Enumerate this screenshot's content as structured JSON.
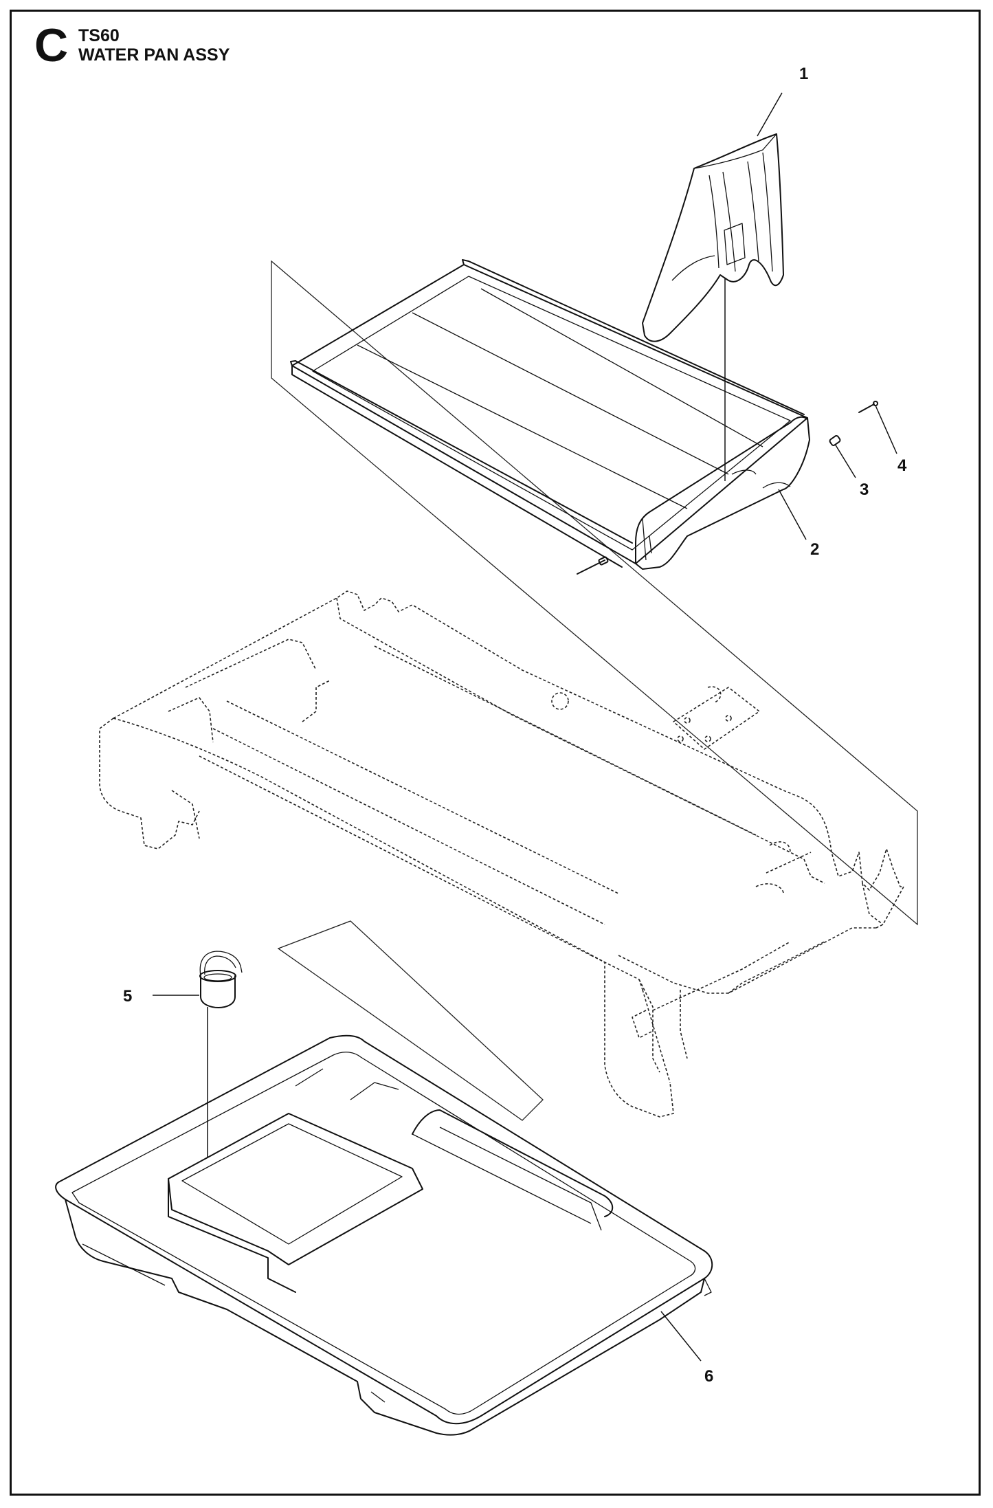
{
  "header": {
    "section_letter": "C",
    "model": "TS60",
    "title": "WATER PAN ASSY"
  },
  "callouts": [
    {
      "id": "1",
      "label": "1"
    },
    {
      "id": "2",
      "label": "2"
    },
    {
      "id": "3",
      "label": "3"
    },
    {
      "id": "4",
      "label": "4"
    },
    {
      "id": "5",
      "label": "5"
    },
    {
      "id": "6",
      "label": "6"
    }
  ]
}
